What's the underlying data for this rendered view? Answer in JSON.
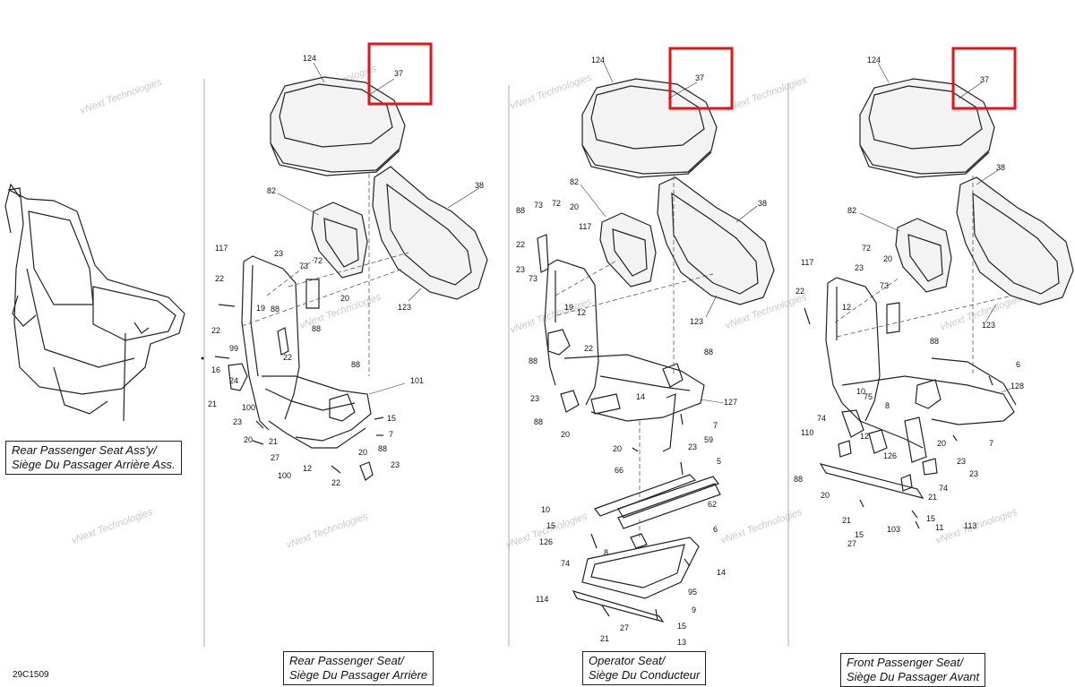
{
  "diagram_code": "29C1509",
  "watermark": "vNext Technologies",
  "highlight_color": "#e0161a",
  "highlighted_part": "37",
  "sections": [
    {
      "caption_line1": "Rear Passenger Seat Ass'y/",
      "caption_line2": "Siège Du Passager Arrière Ass."
    },
    {
      "caption_line1": "Rear Passenger Seat/",
      "caption_line2": "Siège Du Passager Arrière",
      "labels": [
        "124",
        "37",
        "82",
        "38",
        "117",
        "23",
        "73",
        "72",
        "20",
        "22",
        "19",
        "88",
        "123",
        "88",
        "22",
        "99",
        "16",
        "24",
        "21",
        "22",
        "100",
        "23",
        "20",
        "21",
        "27",
        "12",
        "100",
        "101",
        "88",
        "15",
        "7",
        "20",
        "88",
        "23",
        "22"
      ]
    },
    {
      "caption_line1": "Operator Seat/",
      "caption_line2": "Siège Du Conducteur",
      "labels": [
        "124",
        "37",
        "82",
        "88",
        "73",
        "72",
        "20",
        "117",
        "38",
        "22",
        "23",
        "73",
        "19",
        "12",
        "123",
        "88",
        "22",
        "88",
        "23",
        "14",
        "127",
        "88",
        "20",
        "7",
        "59",
        "20",
        "23",
        "5",
        "66",
        "62",
        "10",
        "15",
        "126",
        "8",
        "6",
        "74",
        "14",
        "114",
        "95",
        "9",
        "15",
        "27",
        "21",
        "13"
      ]
    },
    {
      "caption_line1": "Front Passenger Seat/",
      "caption_line2": "Siège Du Passager Avant",
      "labels": [
        "124",
        "37",
        "38",
        "82",
        "72",
        "20",
        "117",
        "23",
        "73",
        "22",
        "12",
        "123",
        "88",
        "6",
        "10",
        "128",
        "75",
        "8",
        "74",
        "110",
        "12",
        "126",
        "20",
        "7",
        "23",
        "88",
        "23",
        "74",
        "20",
        "21",
        "21",
        "15",
        "27",
        "103",
        "15",
        "11",
        "113"
      ]
    }
  ]
}
